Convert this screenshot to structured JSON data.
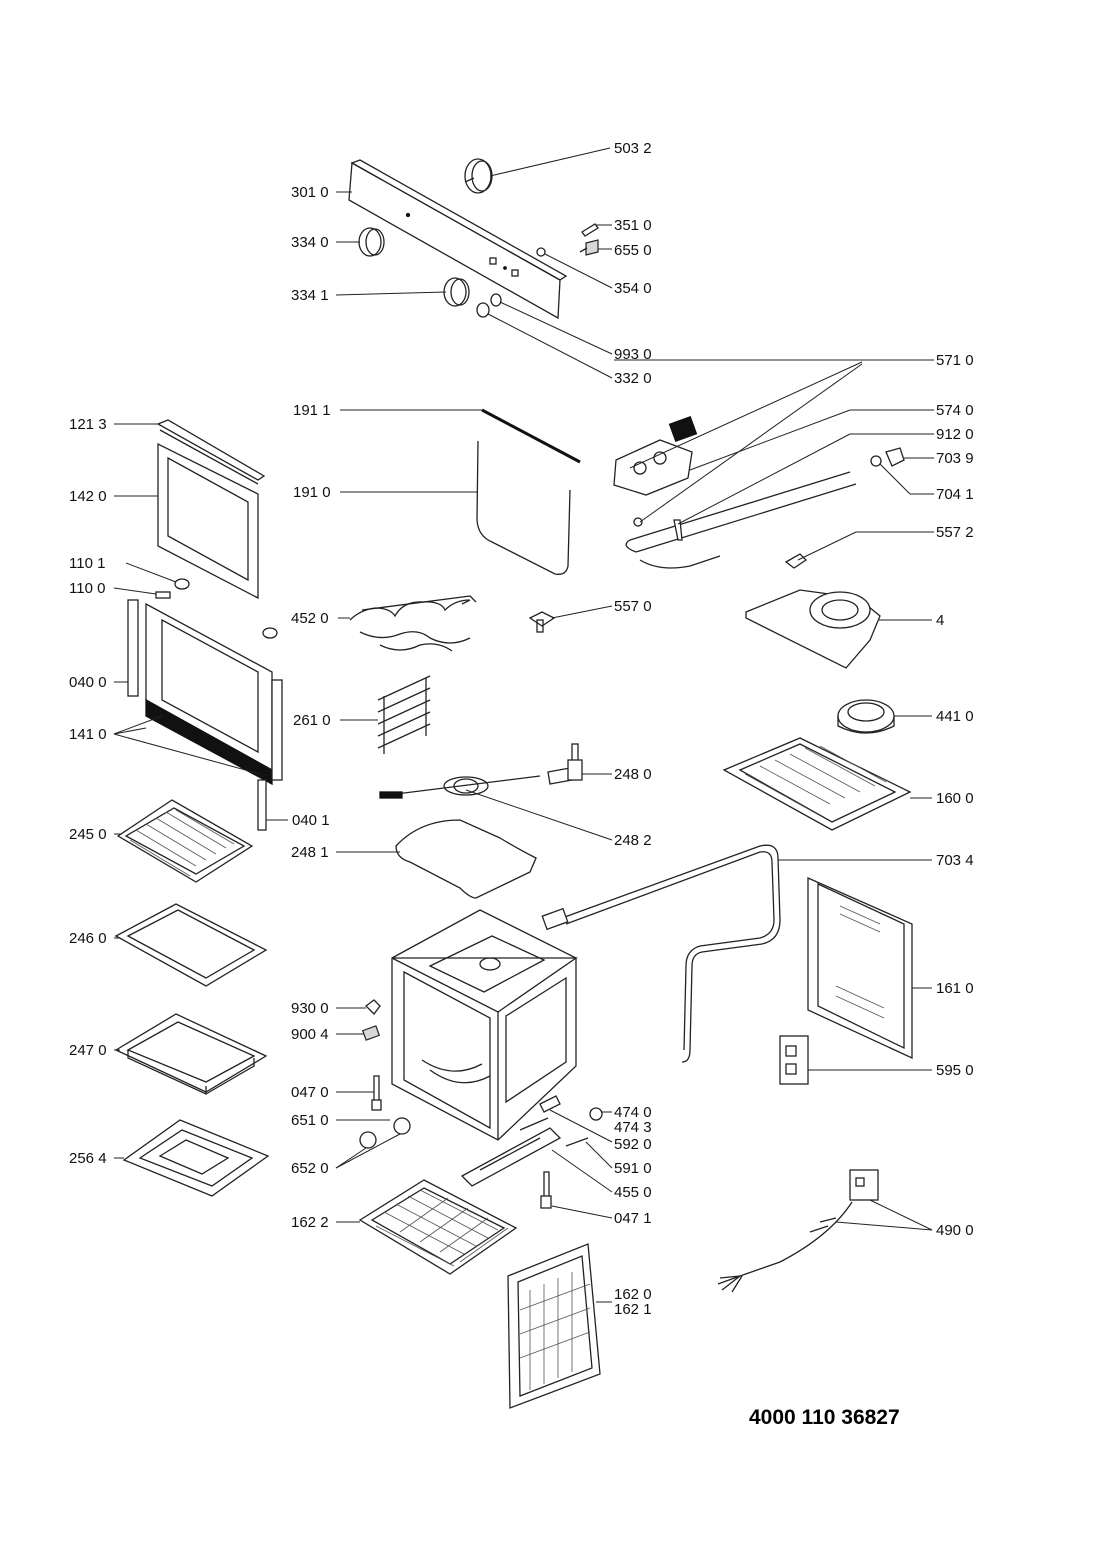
{
  "document_number": "4000 110 36827",
  "part_numbers": {
    "p5032": "503 2",
    "p3010": "301 0",
    "p3510": "351 0",
    "p3340": "334 0",
    "p6550": "655 0",
    "p3540": "354 0",
    "p3341": "334 1",
    "p9930": "993 0",
    "p3320": "332 0",
    "p5710": "571 0",
    "p1911": "191 1",
    "p1213": "121 3",
    "p5740": "574 0",
    "p9120": "912 0",
    "p7039": "703 9",
    "p1420": "142 0",
    "p1910": "191 0",
    "p7041": "704 1",
    "p5572": "557 2",
    "p1101": "110 1",
    "p1100": "110 0",
    "p4520": "452 0",
    "p5570": "557 0",
    "p4": "4",
    "p0400": "040 0",
    "p4410": "441 0",
    "p2610": "261 0",
    "p1410": "141 0",
    "p2480": "248 0",
    "p1600": "160 0",
    "p0401": "040 1",
    "p2450": "245 0",
    "p2482": "248 2",
    "p2481": "248 1",
    "p7034": "703 4",
    "p2460": "246 0",
    "p1610": "161 0",
    "p9300": "930 0",
    "p9004": "900 4",
    "p2470": "247 0",
    "p5950": "595 0",
    "p0470": "047 0",
    "p4740": "474 0",
    "p4743": "474 3",
    "p6510": "651 0",
    "p5920": "592 0",
    "p2564": "256 4",
    "p6520": "652 0",
    "p5910": "591 0",
    "p4550": "455 0",
    "p1622": "162 2",
    "p0471": "047 1",
    "p4900": "490 0",
    "p1620": "162 0",
    "p1621": "162 1"
  }
}
